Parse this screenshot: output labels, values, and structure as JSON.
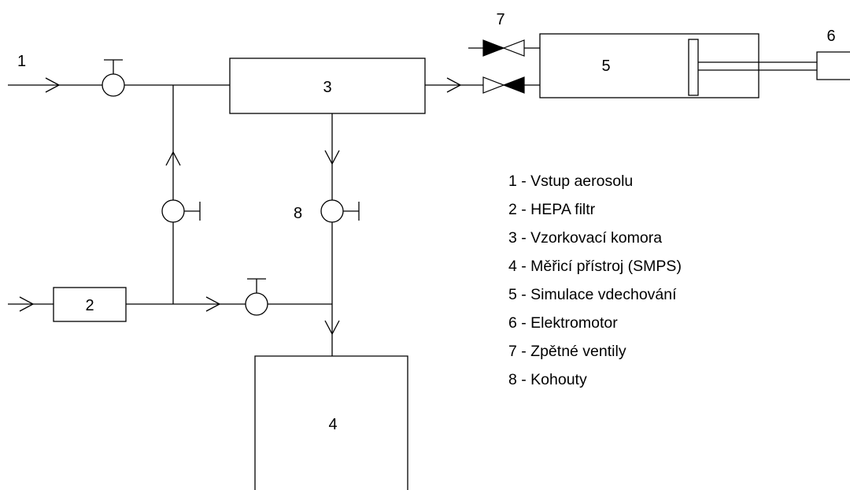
{
  "labels": {
    "inlet": "1",
    "hepa": "2",
    "chamber": "3",
    "instrument": "4",
    "simulator": "5",
    "motor": "6",
    "check_valves": "7",
    "stopcock": "8"
  },
  "legend": [
    "1 - Vstup aerosolu",
    "2 - HEPA filtr",
    "3 - Vzorkovací komora",
    "4 - Měřicí přístroj (SMPS)",
    "5 - Simulace vdechování",
    "6 - Elektromotor",
    "7 - Zpětné ventily",
    "8 - Kohouty"
  ]
}
